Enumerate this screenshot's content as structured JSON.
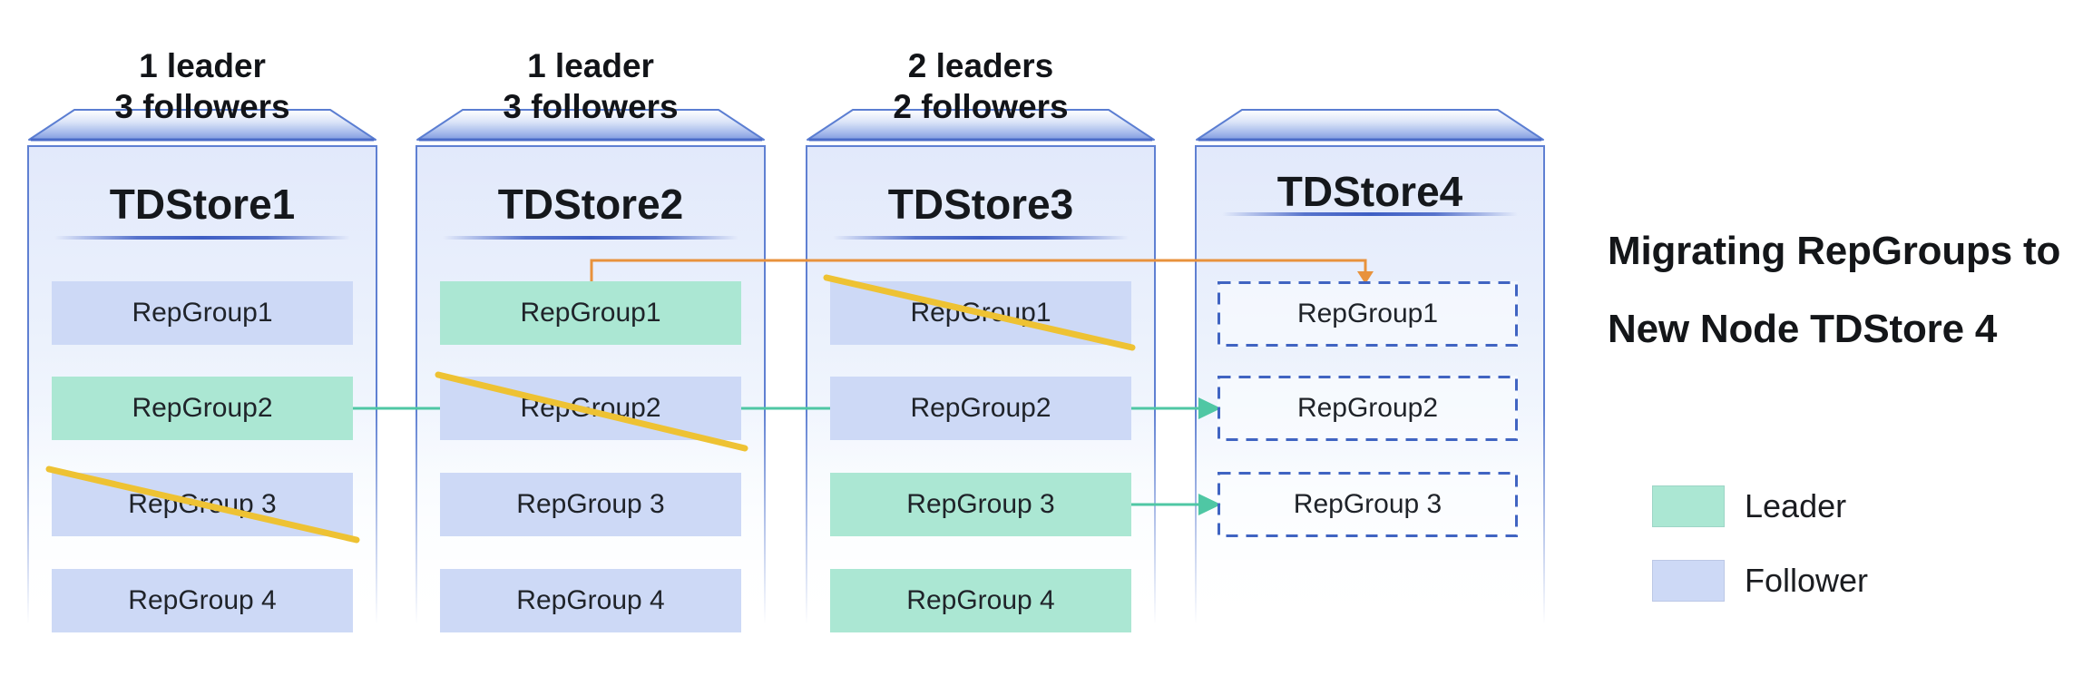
{
  "caption": {
    "line1": "Migrating RepGroups to",
    "line2": "New Node TDStore 4"
  },
  "legend": {
    "items": [
      {
        "label": "Leader",
        "color": "#abe7d3"
      },
      {
        "label": "Follower",
        "color": "#cdd9f6"
      }
    ]
  },
  "nodes": [
    {
      "title": "TDStore1",
      "header": [
        "1 leader",
        "3 followers"
      ],
      "repgroups": [
        {
          "label": "RepGroup1",
          "role": "follower",
          "struck": false
        },
        {
          "label": "RepGroup2",
          "role": "leader",
          "struck": false
        },
        {
          "label": "RepGroup 3",
          "role": "follower",
          "struck": true
        },
        {
          "label": "RepGroup 4",
          "role": "follower",
          "struck": false
        }
      ]
    },
    {
      "title": "TDStore2",
      "header": [
        "1 leader",
        "3 followers"
      ],
      "repgroups": [
        {
          "label": "RepGroup1",
          "role": "leader",
          "struck": false
        },
        {
          "label": "RepGroup2",
          "role": "follower",
          "struck": true
        },
        {
          "label": "RepGroup 3",
          "role": "follower",
          "struck": false
        },
        {
          "label": "RepGroup 4",
          "role": "follower",
          "struck": false
        }
      ]
    },
    {
      "title": "TDStore3",
      "header": [
        "2 leaders",
        "2 followers"
      ],
      "repgroups": [
        {
          "label": "RepGroup1",
          "role": "follower",
          "struck": true
        },
        {
          "label": "RepGroup2",
          "role": "follower",
          "struck": false
        },
        {
          "label": "RepGroup 3",
          "role": "leader",
          "struck": false
        },
        {
          "label": "RepGroup 4",
          "role": "leader",
          "struck": false
        }
      ]
    },
    {
      "title": "TDStore4",
      "header": [],
      "repgroups": [
        {
          "label": "RepGroup1",
          "role": "planned",
          "struck": false
        },
        {
          "label": "RepGroup2",
          "role": "planned",
          "struck": false
        },
        {
          "label": "RepGroup 3",
          "role": "planned",
          "struck": false
        }
      ]
    }
  ],
  "arrows": [
    {
      "from": "TDStore2.RepGroup1",
      "to": "TDStore4.RepGroup1",
      "color": "#e8923c",
      "style": "elbow"
    },
    {
      "from": "TDStore1.RepGroup2",
      "to": "TDStore4.RepGroup2",
      "color": "#4fc7a4",
      "style": "straight"
    },
    {
      "from": "TDStore3.RepGroup 3",
      "to": "TDStore4.RepGroup 3",
      "color": "#4fc7a4",
      "style": "straight"
    }
  ],
  "colors": {
    "leader": "#abe7d3",
    "follower": "#cdd9f6",
    "planned_border": "#4064c2",
    "strike": "#eec233",
    "migration_arrow": "#4fc7a4",
    "leader_move_arrow": "#e8923c",
    "node_border": "#5f80d2"
  }
}
